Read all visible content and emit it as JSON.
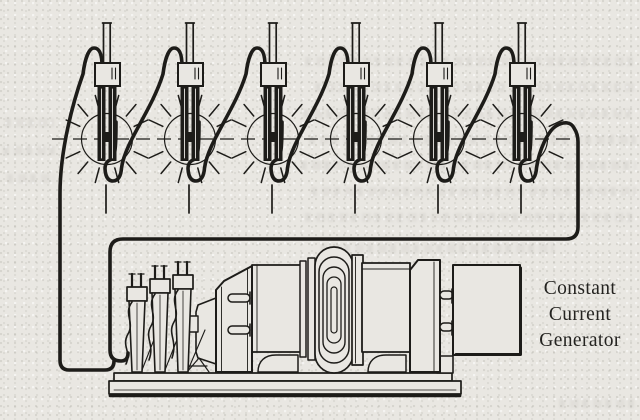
{
  "figure": {
    "description": "Engraved book illustration of six arc lamps connected in series to a constant current generator",
    "lamp_count": 6,
    "label": {
      "line1": "Constant",
      "line2": "Current",
      "line3": "Generator"
    }
  },
  "colors": {
    "ink": "#1d1c19",
    "paper": "#e9e7e2"
  }
}
